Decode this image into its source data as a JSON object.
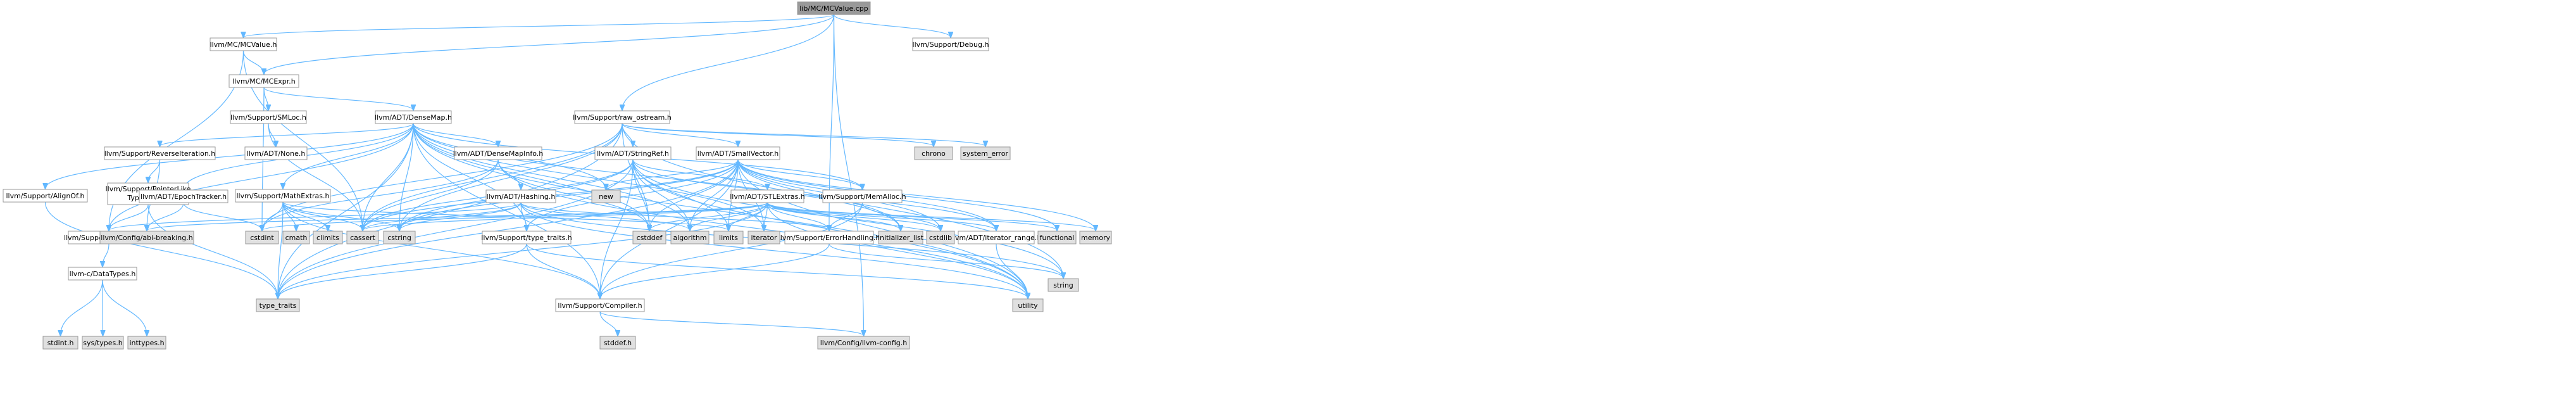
{
  "colors": {
    "root_fill": "#999999",
    "node_fill": "#ffffff",
    "system_fill": "#e0e0e0",
    "node_border": "#999999",
    "hashing_border": "#ff0000",
    "edge": "#63b8ff"
  },
  "nodes": [
    {
      "id": "mcvalue_cpp",
      "label": "lib/MC/MCValue.cpp",
      "kind": "root"
    },
    {
      "id": "mcvalue_h",
      "label": "llvm/MC/MCValue.h",
      "kind": "node"
    },
    {
      "id": "debug_h",
      "label": "llvm/Support/Debug.h",
      "kind": "node"
    },
    {
      "id": "mcexpr_h",
      "label": "llvm/MC/MCExpr.h",
      "kind": "node"
    },
    {
      "id": "smloc_h",
      "label": "llvm/Support/SMLoc.h",
      "kind": "node"
    },
    {
      "id": "densemap_h",
      "label": "llvm/ADT/DenseMap.h",
      "kind": "node"
    },
    {
      "id": "raw_ostream_h",
      "label": "llvm/Support/raw_ostream.h",
      "kind": "node"
    },
    {
      "id": "none_h",
      "label": "llvm/ADT/None.h",
      "kind": "node"
    },
    {
      "id": "alignof_h",
      "label": "llvm/Support/AlignOf.h",
      "kind": "node"
    },
    {
      "id": "reverseiter_h",
      "label": "llvm/Support/ReverseIteration.h",
      "kind": "node"
    },
    {
      "id": "pointerlike_h",
      "label": "llvm/Support/PointerLike TypeTraits.h",
      "kind": "node"
    },
    {
      "id": "epochtracker_h",
      "label": "llvm/ADT/EpochTracker.h",
      "kind": "node"
    },
    {
      "id": "mathextras_h",
      "label": "llvm/Support/MathExtras.h",
      "kind": "node"
    },
    {
      "id": "densemapinfo_h",
      "label": "llvm/ADT/DenseMapInfo.h",
      "kind": "node"
    },
    {
      "id": "hashing_h",
      "label": "llvm/ADT/Hashing.h",
      "kind": "hashing"
    },
    {
      "id": "stringref_h",
      "label": "llvm/ADT/StringRef.h",
      "kind": "node"
    },
    {
      "id": "smallvector_h",
      "label": "llvm/ADT/SmallVector.h",
      "kind": "node"
    },
    {
      "id": "stlextras_h",
      "label": "llvm/ADT/STLExtras.h",
      "kind": "hashing"
    },
    {
      "id": "memalloc_h",
      "label": "llvm/Support/MemAlloc.h",
      "kind": "node"
    },
    {
      "id": "datatypes_h",
      "label": "llvm/Support/DataTypes.h",
      "kind": "node"
    },
    {
      "id": "c_datatypes_h",
      "label": "llvm-c/DataTypes.h",
      "kind": "node"
    },
    {
      "id": "type_traits_support_h",
      "label": "llvm/Support/type_traits.h",
      "kind": "node"
    },
    {
      "id": "errorhandling_h",
      "label": "llvm/Support/ErrorHandling.h",
      "kind": "node"
    },
    {
      "id": "iterator_range_h",
      "label": "llvm/ADT/iterator_range.h",
      "kind": "node"
    },
    {
      "id": "compiler_h",
      "label": "llvm/Support/Compiler.h",
      "kind": "node"
    },
    {
      "id": "llvm_config_h",
      "label": "llvm/Config/llvm-config.h",
      "kind": "system"
    },
    {
      "id": "abi_breaking_h",
      "label": "llvm/Config/abi-breaking.h",
      "kind": "system"
    },
    {
      "id": "chrono",
      "label": "chrono",
      "kind": "system"
    },
    {
      "id": "system_error",
      "label": "system_error",
      "kind": "system"
    },
    {
      "id": "new",
      "label": "new",
      "kind": "system"
    },
    {
      "id": "cstdint",
      "label": "cstdint",
      "kind": "system"
    },
    {
      "id": "cmath",
      "label": "cmath",
      "kind": "system"
    },
    {
      "id": "climits",
      "label": "climits",
      "kind": "system"
    },
    {
      "id": "cassert",
      "label": "cassert",
      "kind": "system"
    },
    {
      "id": "cstring",
      "label": "cstring",
      "kind": "system"
    },
    {
      "id": "cstddef",
      "label": "cstddef",
      "kind": "system"
    },
    {
      "id": "algorithm",
      "label": "algorithm",
      "kind": "system"
    },
    {
      "id": "limits",
      "label": "limits",
      "kind": "system"
    },
    {
      "id": "iterator",
      "label": "iterator",
      "kind": "system"
    },
    {
      "id": "initializer_list",
      "label": "initializer_list",
      "kind": "system"
    },
    {
      "id": "cstdlib",
      "label": "cstdlib",
      "kind": "system"
    },
    {
      "id": "functional",
      "label": "functional",
      "kind": "system"
    },
    {
      "id": "memory",
      "label": "memory",
      "kind": "system"
    },
    {
      "id": "type_traits",
      "label": "type_traits",
      "kind": "system"
    },
    {
      "id": "utility",
      "label": "utility",
      "kind": "system"
    },
    {
      "id": "string",
      "label": "string",
      "kind": "system"
    },
    {
      "id": "stdint_h",
      "label": "stdint.h",
      "kind": "system"
    },
    {
      "id": "sys_types_h",
      "label": "sys/types.h",
      "kind": "system"
    },
    {
      "id": "inttypes_h",
      "label": "inttypes.h",
      "kind": "system"
    },
    {
      "id": "stddef_h",
      "label": "stddef.h",
      "kind": "system"
    }
  ],
  "edges": [
    [
      "mcvalue_cpp",
      "mcvalue_h"
    ],
    [
      "mcvalue_cpp",
      "debug_h"
    ],
    [
      "mcvalue_cpp",
      "mcexpr_h"
    ],
    [
      "mcvalue_cpp",
      "raw_ostream_h"
    ],
    [
      "mcvalue_cpp",
      "errorhandling_h"
    ],
    [
      "mcvalue_cpp",
      "llvm_config_h"
    ],
    [
      "mcvalue_h",
      "mcexpr_h"
    ],
    [
      "mcvalue_h",
      "datatypes_h"
    ],
    [
      "mcvalue_h",
      "cassert"
    ],
    [
      "mcexpr_h",
      "smloc_h"
    ],
    [
      "mcexpr_h",
      "densemap_h"
    ],
    [
      "mcexpr_h",
      "cstdint"
    ],
    [
      "smloc_h",
      "none_h"
    ],
    [
      "smloc_h",
      "cassert"
    ],
    [
      "densemap_h",
      "alignof_h"
    ],
    [
      "densemap_h",
      "reverseiter_h"
    ],
    [
      "densemap_h",
      "epochtracker_h"
    ],
    [
      "densemap_h",
      "mathextras_h"
    ],
    [
      "densemap_h",
      "densemapinfo_h"
    ],
    [
      "densemap_h",
      "memalloc_h"
    ],
    [
      "densemap_h",
      "type_traits_support_h"
    ],
    [
      "densemap_h",
      "algorithm"
    ],
    [
      "densemap_h",
      "cassert"
    ],
    [
      "densemap_h",
      "cstddef"
    ],
    [
      "densemap_h",
      "cstring"
    ],
    [
      "densemap_h",
      "initializer_list"
    ],
    [
      "densemap_h",
      "iterator"
    ],
    [
      "densemap_h",
      "new"
    ],
    [
      "densemap_h",
      "type_traits"
    ],
    [
      "densemap_h",
      "utility"
    ],
    [
      "densemap_h",
      "datatypes_h"
    ],
    [
      "densemap_h",
      "compiler_h"
    ],
    [
      "raw_ostream_h",
      "stringref_h"
    ],
    [
      "raw_ostream_h",
      "smallvector_h"
    ],
    [
      "raw_ostream_h",
      "cassert"
    ],
    [
      "raw_ostream_h",
      "chrono"
    ],
    [
      "raw_ostream_h",
      "cstddef"
    ],
    [
      "raw_ostream_h",
      "cstdint"
    ],
    [
      "raw_ostream_h",
      "cstring"
    ],
    [
      "raw_ostream_h",
      "string"
    ],
    [
      "raw_ostream_h",
      "system_error"
    ],
    [
      "raw_ostream_h",
      "type_traits"
    ],
    [
      "alignof_h",
      "type_traits"
    ],
    [
      "reverseiter_h",
      "pointerlike_h"
    ],
    [
      "reverseiter_h",
      "abi_breaking_h"
    ],
    [
      "pointerlike_h",
      "datatypes_h"
    ],
    [
      "pointerlike_h",
      "type_traits"
    ],
    [
      "epochtracker_h",
      "abi_breaking_h"
    ],
    [
      "epochtracker_h",
      "cstdint"
    ],
    [
      "mathextras_h",
      "compiler_h"
    ],
    [
      "mathextras_h",
      "cassert"
    ],
    [
      "mathextras_h",
      "climits"
    ],
    [
      "mathextras_h",
      "cmath"
    ],
    [
      "mathextras_h",
      "cstdint"
    ],
    [
      "mathextras_h",
      "cstring"
    ],
    [
      "mathextras_h",
      "limits"
    ],
    [
      "mathextras_h",
      "type_traits"
    ],
    [
      "densemapinfo_h",
      "hashing_h"
    ],
    [
      "densemapinfo_h",
      "cassert"
    ],
    [
      "densemapinfo_h",
      "cstddef"
    ],
    [
      "densemapinfo_h",
      "cstdint"
    ],
    [
      "densemapinfo_h",
      "utility"
    ],
    [
      "hashing_h",
      "errorhandling_h"
    ],
    [
      "hashing_h",
      "type_traits_support_h"
    ],
    [
      "hashing_h",
      "datatypes_h"
    ],
    [
      "hashing_h",
      "algorithm"
    ],
    [
      "hashing_h",
      "cassert"
    ],
    [
      "hashing_h",
      "cstring"
    ],
    [
      "hashing_h",
      "string"
    ],
    [
      "hashing_h",
      "utility"
    ],
    [
      "stringref_h",
      "stlextras_h"
    ],
    [
      "stringref_h",
      "iterator_range_h"
    ],
    [
      "stringref_h",
      "compiler_h"
    ],
    [
      "stringref_h",
      "algorithm"
    ],
    [
      "stringref_h",
      "cassert"
    ],
    [
      "stringref_h",
      "cstddef"
    ],
    [
      "stringref_h",
      "cstring"
    ],
    [
      "stringref_h",
      "limits"
    ],
    [
      "stringref_h",
      "string"
    ],
    [
      "stringref_h",
      "type_traits"
    ],
    [
      "stringref_h",
      "utility"
    ],
    [
      "smallvector_h",
      "compiler_h"
    ],
    [
      "smallvector_h",
      "memalloc_h"
    ],
    [
      "smallvector_h",
      "type_traits_support_h"
    ],
    [
      "smallvector_h",
      "algorithm"
    ],
    [
      "smallvector_h",
      "cassert"
    ],
    [
      "smallvector_h",
      "cstddef"
    ],
    [
      "smallvector_h",
      "cstdlib"
    ],
    [
      "smallvector_h",
      "cstring"
    ],
    [
      "smallvector_h",
      "functional"
    ],
    [
      "smallvector_h",
      "initializer_list"
    ],
    [
      "smallvector_h",
      "iterator"
    ],
    [
      "smallvector_h",
      "limits"
    ],
    [
      "smallvector_h",
      "memory"
    ],
    [
      "smallvector_h",
      "new"
    ],
    [
      "smallvector_h",
      "type_traits"
    ],
    [
      "smallvector_h",
      "utility"
    ],
    [
      "smallvector_h",
      "iterator_range_h"
    ],
    [
      "stlextras_h",
      "errorhandling_h"
    ],
    [
      "stlextras_h",
      "iterator_range_h"
    ],
    [
      "stlextras_h",
      "abi_breaking_h"
    ],
    [
      "stlextras_h",
      "algorithm"
    ],
    [
      "stlextras_h",
      "cassert"
    ],
    [
      "stlextras_h",
      "cstddef"
    ],
    [
      "stlextras_h",
      "cstdint"
    ],
    [
      "stlextras_h",
      "cstdlib"
    ],
    [
      "stlextras_h",
      "functional"
    ],
    [
      "stlextras_h",
      "initializer_list"
    ],
    [
      "stlextras_h",
      "iterator"
    ],
    [
      "stlextras_h",
      "limits"
    ],
    [
      "stlextras_h",
      "memory"
    ],
    [
      "stlextras_h",
      "tuple_dummy"
    ],
    [
      "stlextras_h",
      "type_traits"
    ],
    [
      "stlextras_h",
      "utility"
    ],
    [
      "memalloc_h",
      "compiler_h"
    ],
    [
      "memalloc_h",
      "errorhandling_h"
    ],
    [
      "memalloc_h",
      "cstdlib"
    ],
    [
      "datatypes_h",
      "c_datatypes_h"
    ],
    [
      "c_datatypes_h",
      "stdint_h"
    ],
    [
      "c_datatypes_h",
      "sys_types_h"
    ],
    [
      "c_datatypes_h",
      "inttypes_h"
    ],
    [
      "type_traits_support_h",
      "compiler_h"
    ],
    [
      "type_traits_support_h",
      "type_traits"
    ],
    [
      "type_traits_support_h",
      "utility"
    ],
    [
      "errorhandling_h",
      "compiler_h"
    ],
    [
      "errorhandling_h",
      "string"
    ],
    [
      "iterator_range_h",
      "utility"
    ],
    [
      "compiler_h",
      "llvm_config_h"
    ],
    [
      "compiler_h",
      "stddef_h"
    ]
  ]
}
